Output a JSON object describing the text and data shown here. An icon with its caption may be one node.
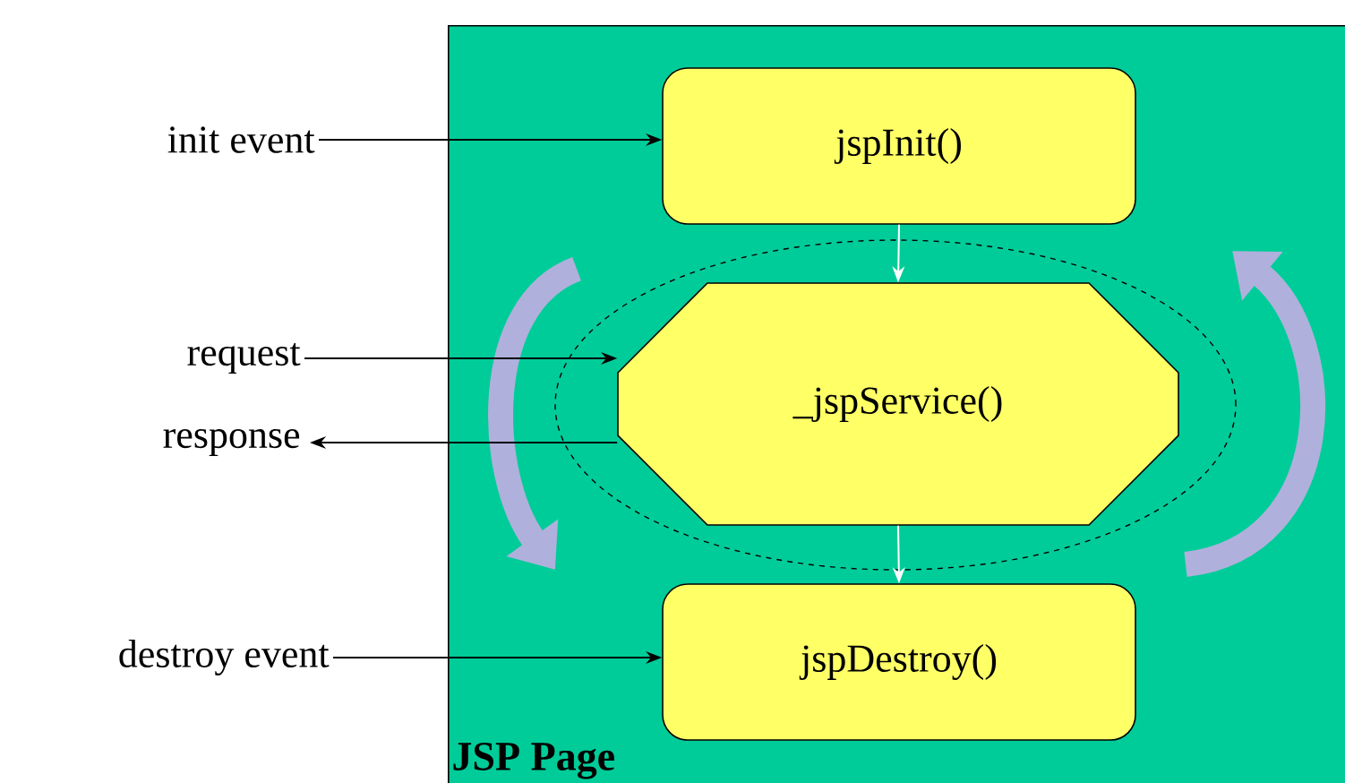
{
  "diagram": {
    "nodes": [
      {
        "text": [
          "JSP Page"
        ]
      },
      {
        "text": [
          "jspInit()"
        ],
        "in": 0
      },
      {
        "text": [
          "_jspService()"
        ],
        "in": 0
      },
      {
        "text": [
          "jspDestroy()"
        ],
        "in": 0
      },
      {
        "text": [
          "init event"
        ]
      },
      {
        "text": [
          "request"
        ]
      },
      {
        "text": [
          "response"
        ]
      },
      {
        "text": [
          "destroy event"
        ]
      }
    ],
    "edges": [
      {
        "from": 4,
        "to": 1,
        "arrow": "to"
      },
      {
        "from": 5,
        "to": 2,
        "arrow": "to"
      },
      {
        "from": 2,
        "to": 6,
        "arrow": "to"
      },
      {
        "from": 7,
        "to": 3,
        "arrow": "to"
      },
      {
        "from": 1,
        "to": 2,
        "arrow": "to",
        "color": "#ffffff"
      },
      {
        "from": 2,
        "to": 3,
        "arrow": "to",
        "color": "#ffffff"
      }
    ]
  }
}
